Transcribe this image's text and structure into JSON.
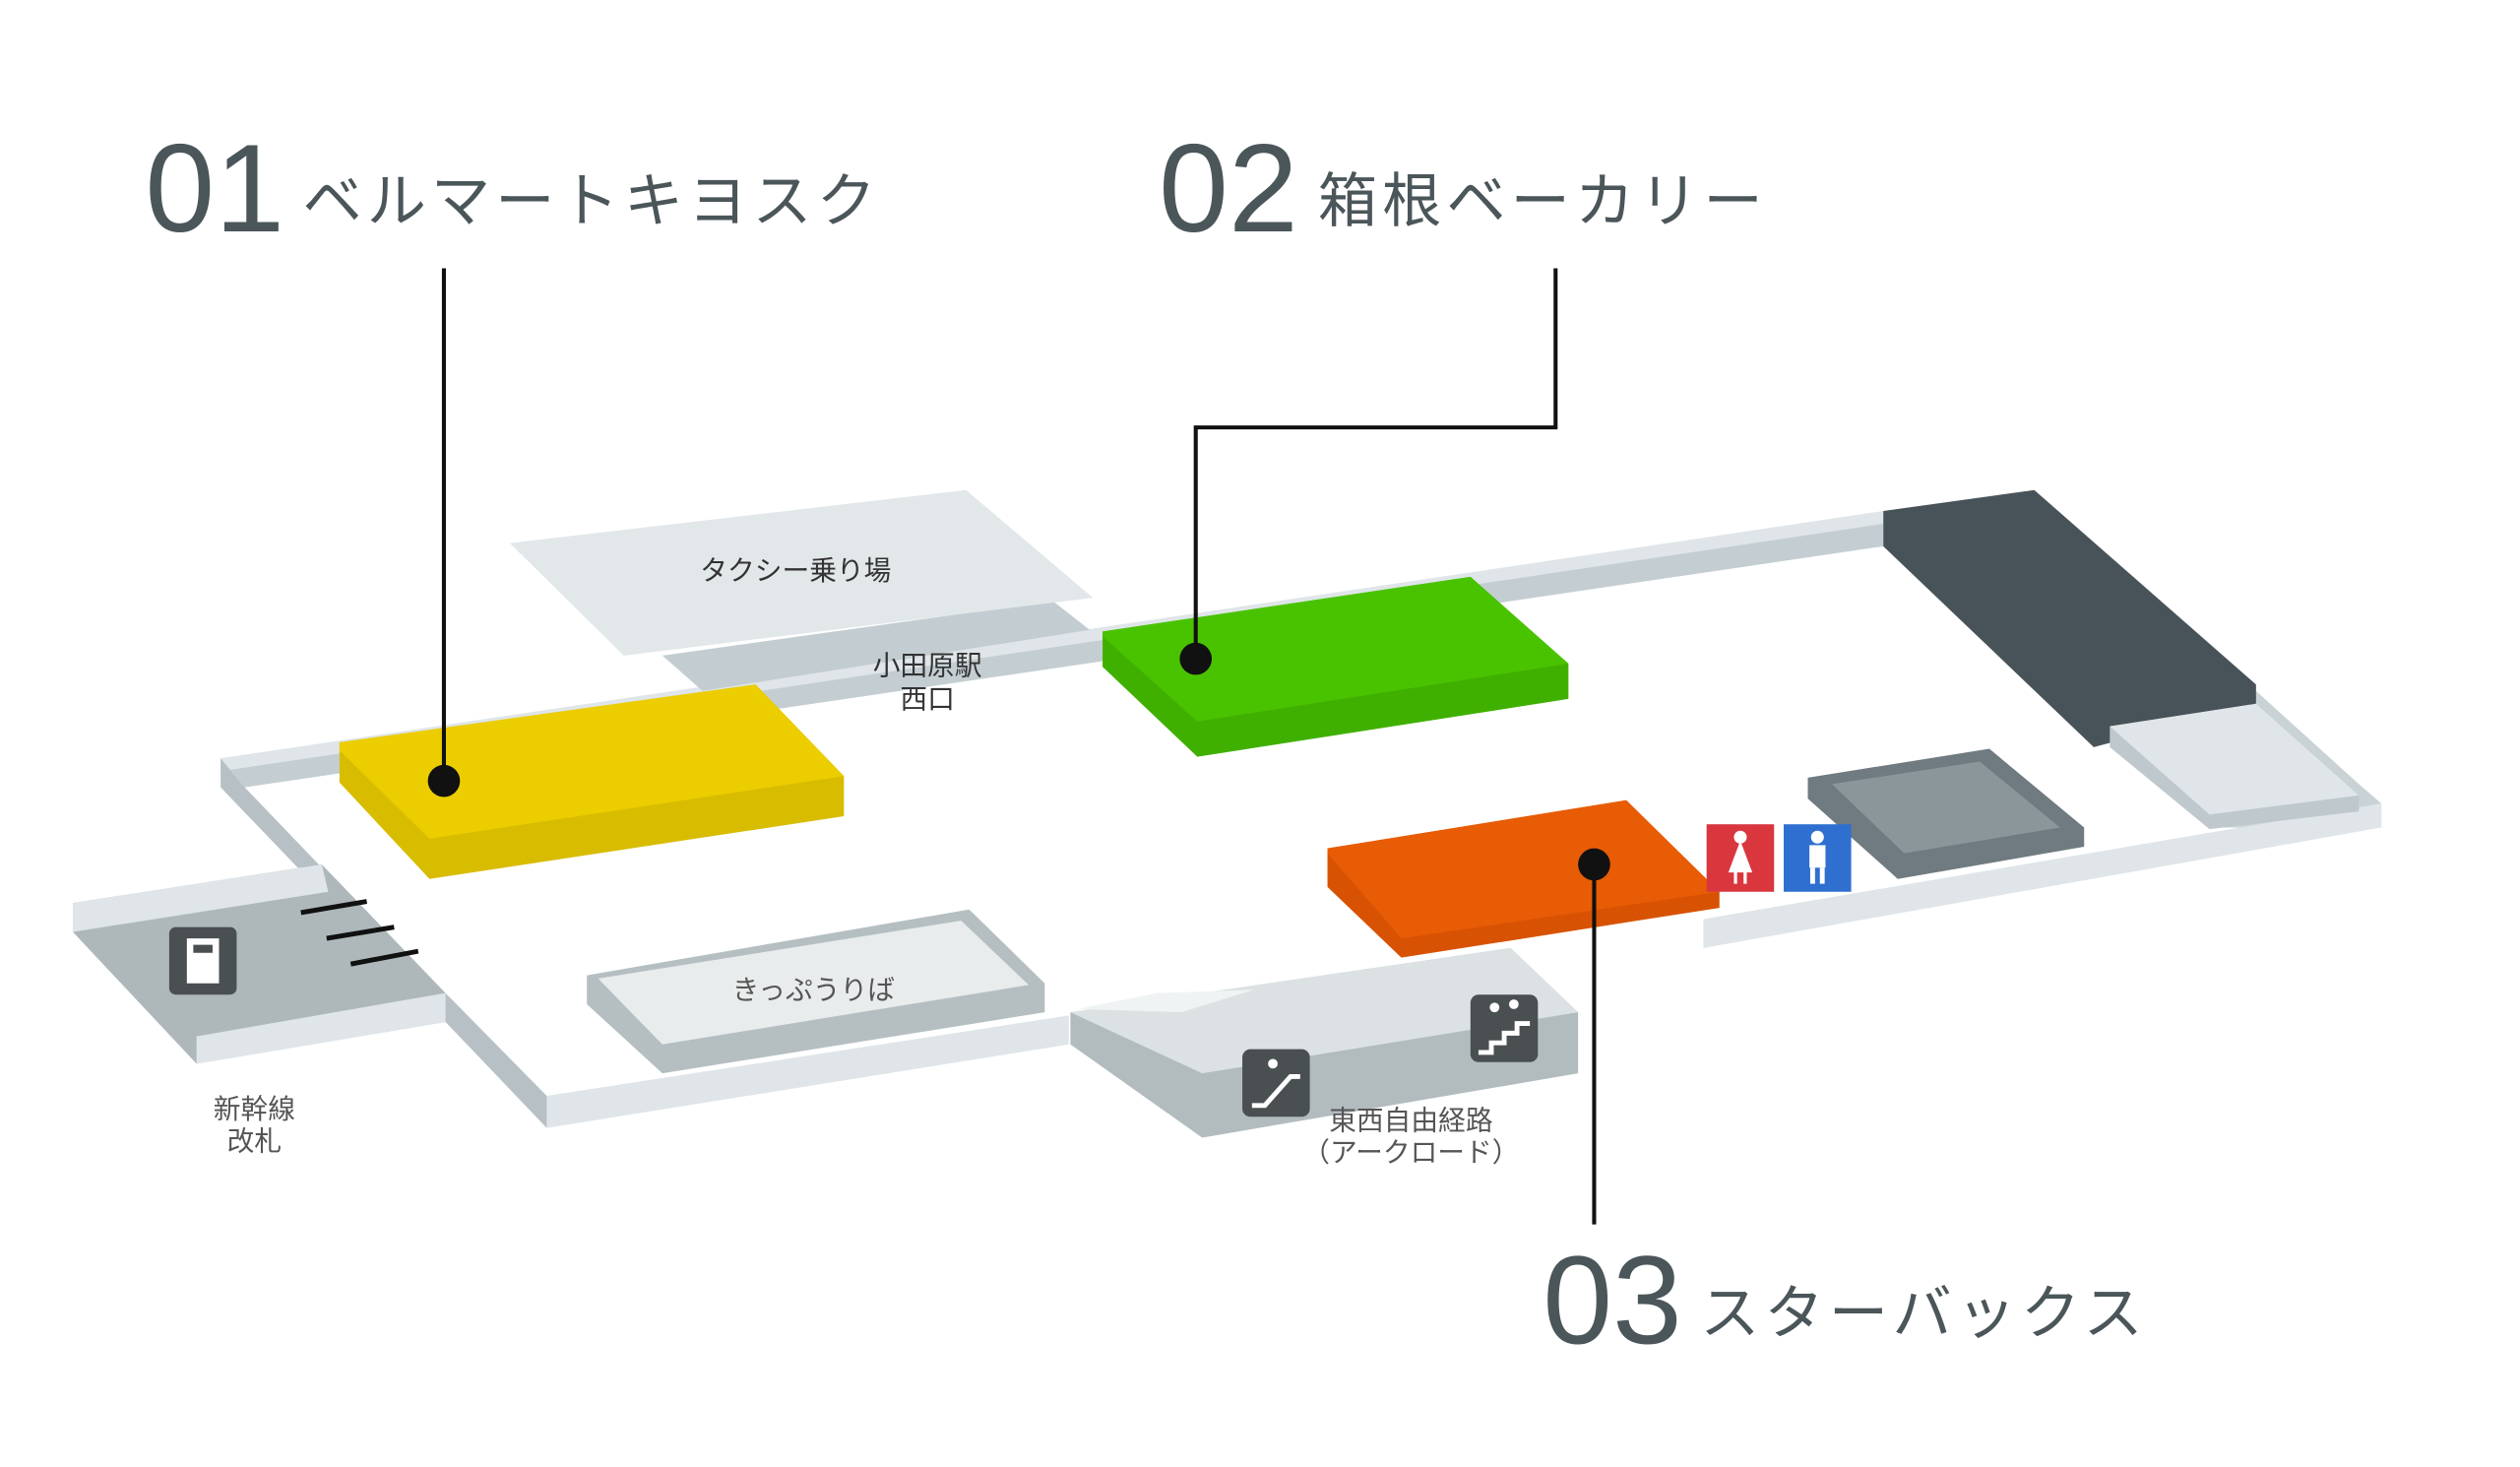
{
  "shops": [
    {
      "number": "01",
      "name": "ベルマートキヨスク",
      "color": "#ebcd00"
    },
    {
      "number": "02",
      "name": "箱根ベーカリー",
      "color": "#49c300"
    },
    {
      "number": "03",
      "name": "スターバックス",
      "color": "#e85c05"
    }
  ],
  "labels": {
    "taxi": "タクシー乗り場",
    "west_exit_line1": "小田原駅",
    "west_exit_line2": "西口",
    "tickets": "きっぷうりば",
    "shinkansen_line1": "新幹線",
    "shinkansen_line2": "改札",
    "passage_line1": "東西自由経路",
    "passage_line2": "（アークロード）"
  },
  "icons": [
    "shinkansen-icon",
    "escalator-icon",
    "stairs-icon",
    "womens-restroom-icon",
    "mens-restroom-icon"
  ],
  "colors": {
    "women": "#d9363e",
    "men": "#2f6fcf",
    "icon_dark": "#4a4f52"
  }
}
